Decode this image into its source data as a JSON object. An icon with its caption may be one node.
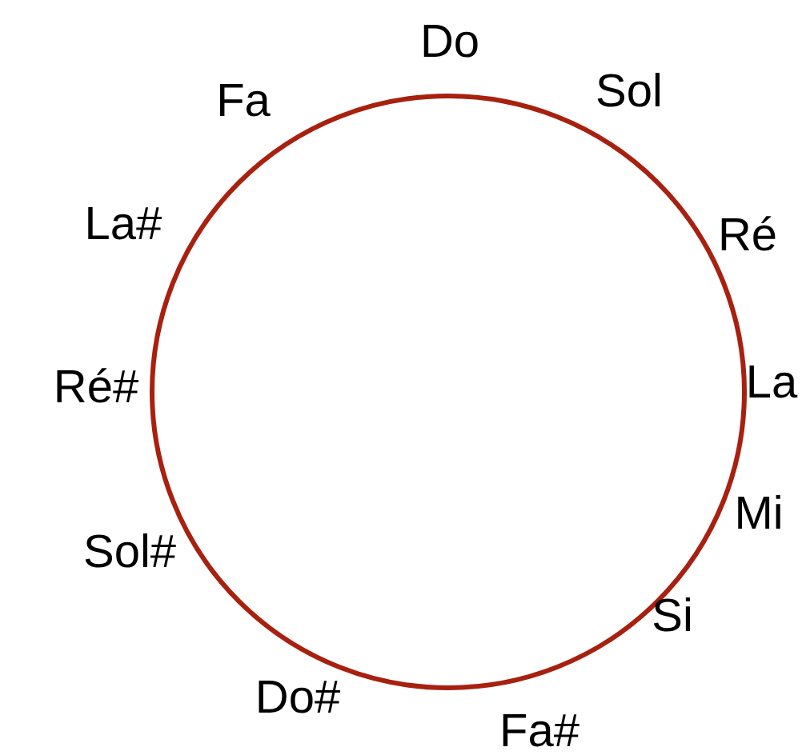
{
  "diagram": {
    "labels": [
      "Do",
      "Sol",
      "Ré",
      "La",
      "Mi",
      "Si",
      "Fa#",
      "Do#",
      "Sol#",
      "Ré#",
      "La#",
      "Fa"
    ]
  }
}
